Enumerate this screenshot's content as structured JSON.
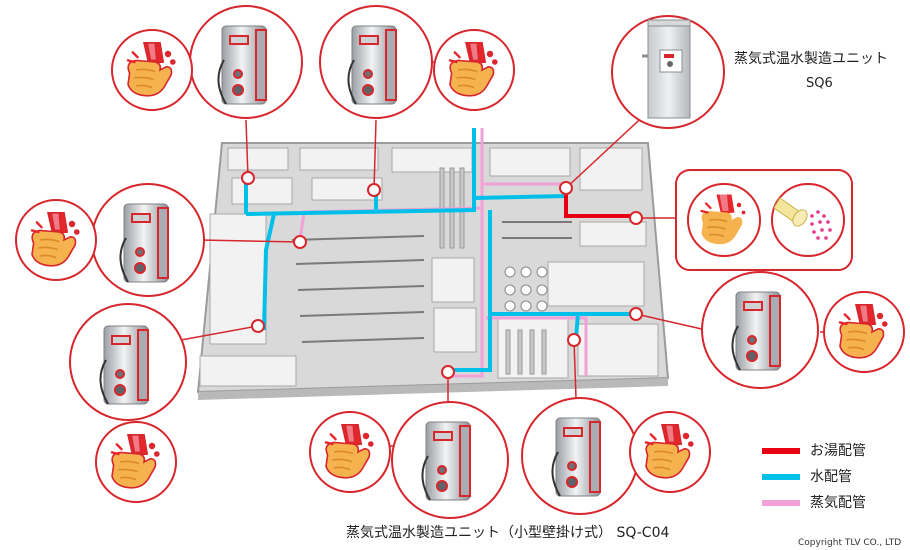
{
  "labels": {
    "sq6_title": "蒸気式温水製造ユニット",
    "sq6_model": "SQ6",
    "c04_title": "蒸気式温水製造ユニット（小型壁掛け式） SQ-C04",
    "copyright": "Copyright TLV CO., LTD"
  },
  "legend": [
    {
      "label": "お湯配管",
      "color": "#e60012"
    },
    {
      "label": "水配管",
      "color": "#00c0ea"
    },
    {
      "label": "蒸気配管",
      "color": "#f2a0d8"
    }
  ],
  "colors": {
    "callout_red": "#d7262c",
    "floor": "#d9d9d9",
    "wall": "#eeeeee"
  },
  "icons": [
    "hand-washing-icon",
    "steam-water-heater-unit-icon",
    "wall-mount-water-heater-icon",
    "shower-head-icon"
  ]
}
